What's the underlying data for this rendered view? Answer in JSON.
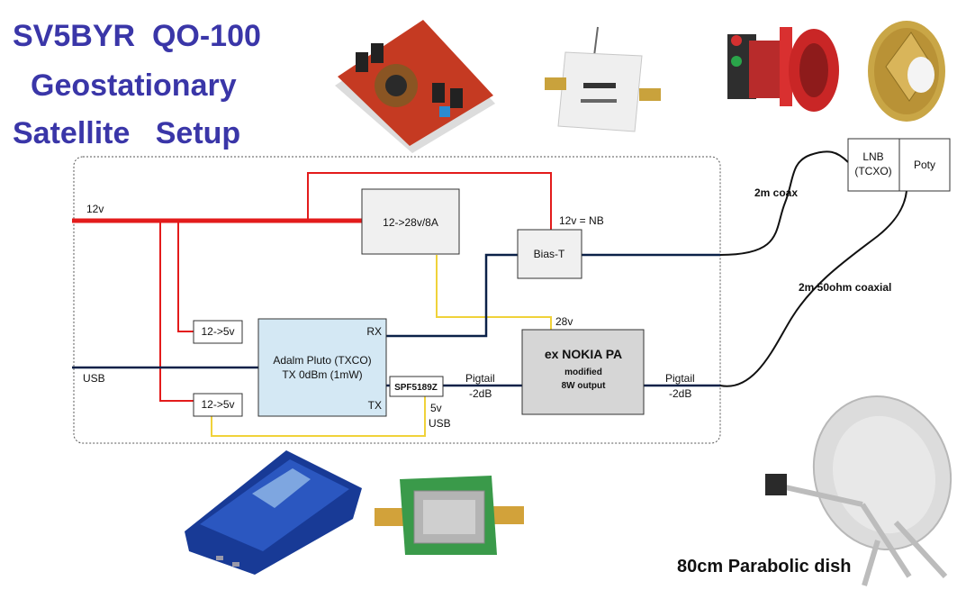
{
  "title": {
    "line1": "SV5BYR  QO-100",
    "line2": "Geostationary",
    "line3": "Satellite   Setup"
  },
  "blocks": {
    "converter": "12->28v/8A",
    "bias_t": "Bias-T",
    "pluto_line1": "Adalm Pluto (TXCO)",
    "pluto_line2": "TX 0dBm (1mW)",
    "pluto_rx": "RX",
    "pluto_tx": "TX",
    "reg_top": "12->5v",
    "reg_bottom": "12->5v",
    "spf": "SPF5189Z",
    "pa_line1": "ex NOKIA PA",
    "pa_line2": "modified",
    "pa_line3": "8W output",
    "lnb_line1": "LNB",
    "lnb_line2": "(TCXO)",
    "poty": "Poty"
  },
  "labels": {
    "v12": "12v",
    "usb_left": "USB",
    "nb": "12v = NB",
    "v28": "28v",
    "pigtail_a1": "Pigtail",
    "pigtail_a2": "-2dB",
    "pigtail_b1": "Pigtail",
    "pigtail_b2": "-2dB",
    "v5": "5v",
    "usb_spf": "USB",
    "coax_lnb": "2m coax",
    "coax_poty": "2m 50ohm coaxial"
  },
  "dish_caption": "80cm Parabolic dish",
  "colors": {
    "title": "#3a36a8",
    "power_12v": "#e31b1b",
    "power_5v": "#f0d23a",
    "rf_cable": "#0b2148",
    "coax": "#111111",
    "box_border": "#333333",
    "pluto_fill": "#d4e8f4",
    "pa_fill": "#d6d6d6",
    "block_fill": "#f0f0f0"
  },
  "photos": [
    "dc-dc-converter-board",
    "bias-t-module",
    "lnb-photo",
    "patch-feed-photo",
    "adalm-pluto-photo",
    "spf5189z-amplifier-photo",
    "parabolic-dish-photo"
  ]
}
